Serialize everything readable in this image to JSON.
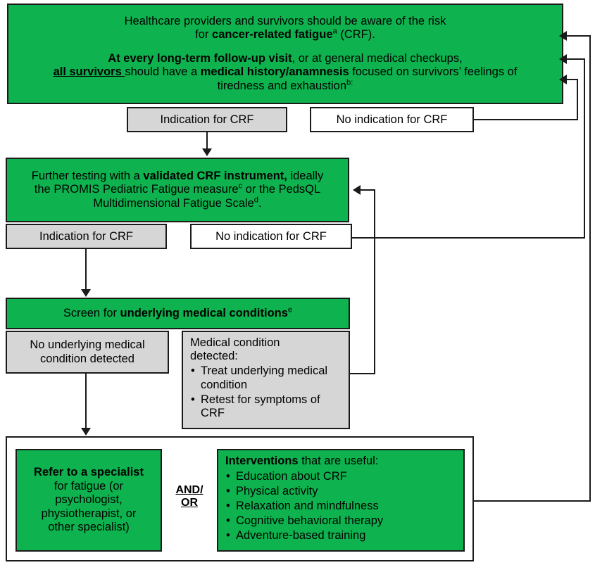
{
  "diagram": {
    "title": "Cancer-related fatigue (CRF) surveillance and management flowchart",
    "colors": {
      "green": "#0EB34F",
      "grey": "#d6d6d6",
      "white": "#ffffff",
      "line": "#1a1a1a"
    }
  },
  "nodes": {
    "awareness": {
      "line1": "Healthcare providers and survivors should be aware of the risk",
      "line2_pre": "for ",
      "line2_bold": "cancer-related fatigue",
      "line2_sup": "a",
      "line2_post": " (CRF).",
      "line3_bold": "At every long-term follow-up visit",
      "line3_post": ", or at general medical checkups,",
      "line4_bold_u": "all survivors ",
      "line4_mid": "should have a ",
      "line4_bold2": "medical history/anamnesis",
      "line4_post": " focused on survivors’ feelings of",
      "line5": "tiredness and exhaustion",
      "line5_sup": "b:"
    },
    "indication_1": {
      "label": "Indication for CRF"
    },
    "no_indication_1": {
      "label": "No indication for CRF"
    },
    "further_testing": {
      "line1_pre": "Further testing with a ",
      "line1_bold": "validated CRF instrument,",
      "line1_post": " ideally",
      "line2": "the PROMIS Pediatric Fatigue measure",
      "line2_sup": "c",
      "line2_post": " or the PedsQL",
      "line3": "Multidimensional Fatigue Scale",
      "line3_sup": "d",
      "line3_post": "."
    },
    "indication_2": {
      "label": "Indication for CRF"
    },
    "no_indication_2": {
      "label": "No indication for CRF"
    },
    "screen": {
      "pre": "Screen for ",
      "bold": "underlying medical conditions",
      "sup": "e"
    },
    "no_condition": {
      "line1": "No underlying medical",
      "line2": "condition detected"
    },
    "condition_detected": {
      "line1": "Medical condition",
      "line2": "detected:",
      "bullets": [
        "Treat underlying medical condition",
        "Retest for symptoms of CRF"
      ]
    },
    "refer": {
      "bold": "Refer to a specialist",
      "line2": "for fatigue (or",
      "line3": "psychologist,",
      "line4": "physiotherapist, or",
      "line5": "other specialist)"
    },
    "and_or": {
      "line1": "AND/",
      "line2": "OR"
    },
    "interventions": {
      "heading_bold": "Interventions",
      "heading_rest": " that are useful:",
      "bullets": [
        "Education about CRF",
        "Physical activity",
        "Relaxation and mindfulness",
        "Cognitive behavioral therapy",
        "Adventure-based training"
      ]
    }
  }
}
